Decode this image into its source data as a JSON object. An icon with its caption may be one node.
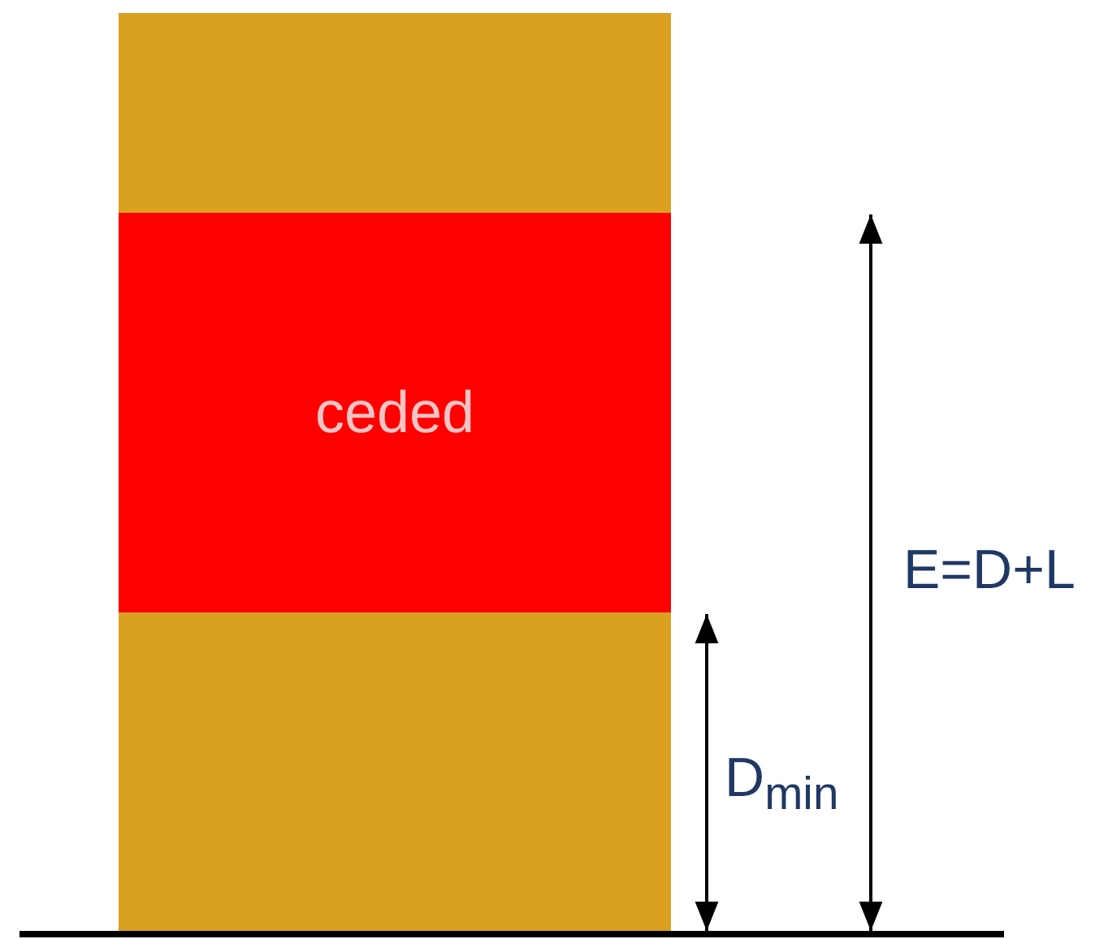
{
  "diagram": {
    "nodes": [
      {
        "text": [],
        "shape": "box"
      },
      {
        "text": [
          "ceded"
        ]
      },
      {
        "text": [],
        "shape": "box"
      }
    ],
    "labels": [
      "E=D+L",
      "D$_{min}$"
    ]
  }
}
